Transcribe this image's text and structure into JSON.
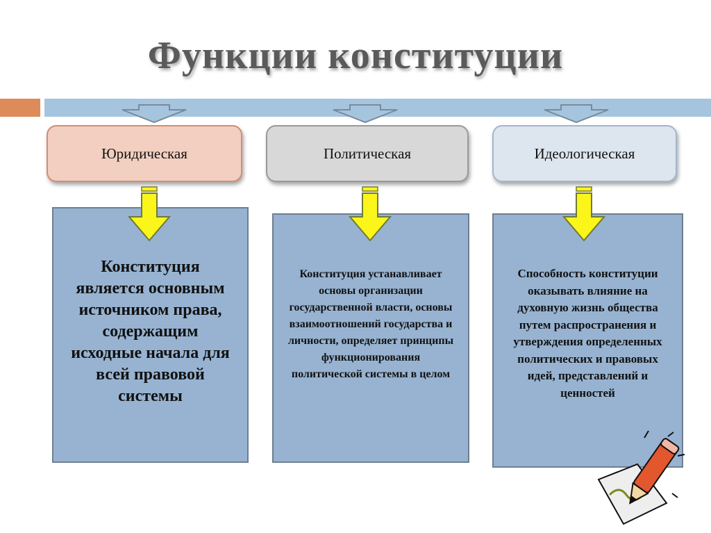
{
  "title": "Функции конституции",
  "functions": [
    {
      "label": "Юридическая",
      "description": "Конституция является основным источником права, содержащим исходные начала для всей правовой системы"
    },
    {
      "label": "Политическая",
      "description": "Конституция устанавливает основы организации государственной власти, основы взаимоотношений государства и личности, определяет принципы функционирования политической системы в целом"
    },
    {
      "label": "Идеологическая",
      "description": "Способность конституции оказывать влияние на духовную жизнь общества путем распространения и утверждения определенных политических и правовых идей, представлений и ценностей"
    }
  ],
  "colors": {
    "title": "#5a5a5a",
    "header_bar_accent": "#de8b5a",
    "header_bar": "#a5c5df",
    "box_juridical": "#f2cfc0",
    "box_political": "#d8d8d8",
    "box_ideological": "#dde5ef",
    "description_box": "#97b3d1",
    "arrow_fill": "#fcf51a"
  },
  "icons": [
    "hollow-down-arrow-icon",
    "yellow-down-arrow-icon",
    "pencil-paper-clipart-icon"
  ]
}
